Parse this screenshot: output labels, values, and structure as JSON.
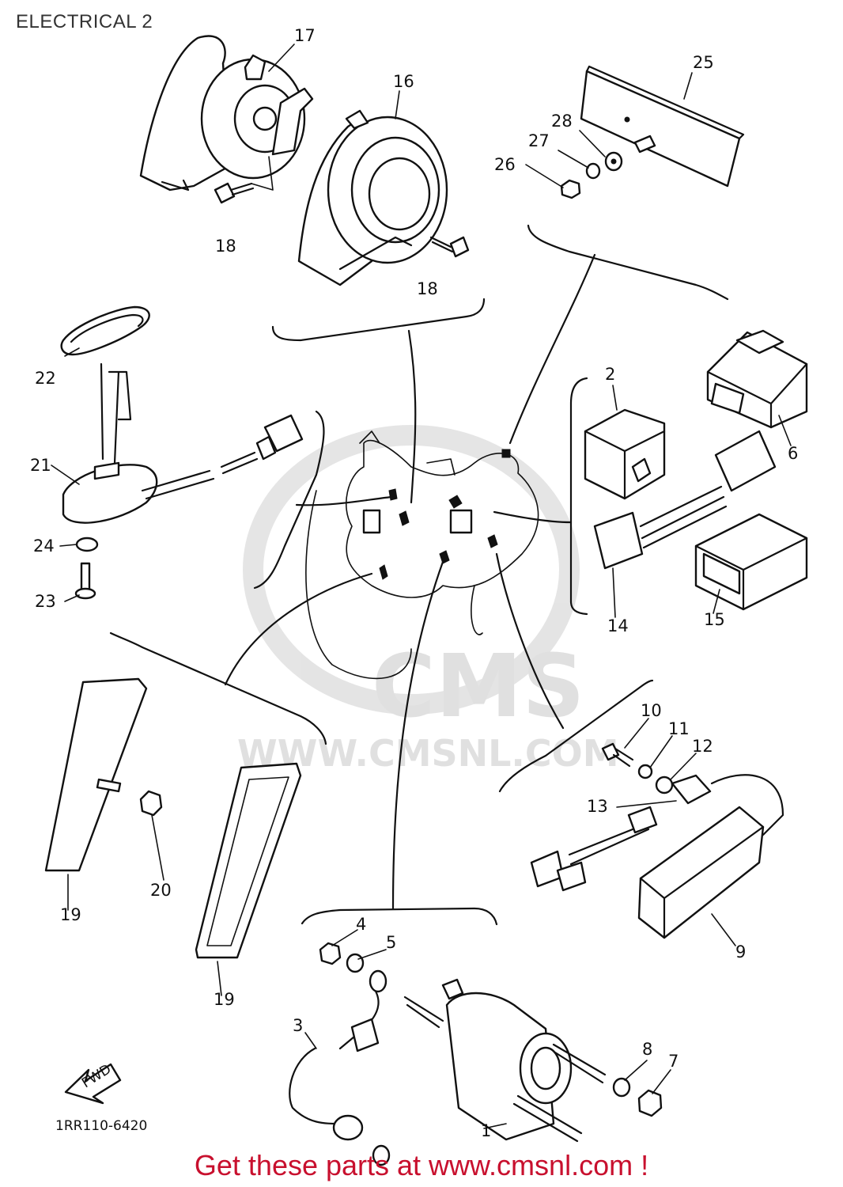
{
  "title": "ELECTRICAL 2",
  "footer": "Get these parts at www.cmsnl.com !",
  "watermark": {
    "brand": "CMS",
    "url": "WWW.CMSNL.COM"
  },
  "fwd_label": "FWD",
  "diagram_code": "1RR110-6420",
  "callouts": [
    "1",
    "2",
    "3",
    "4",
    "5",
    "6",
    "7",
    "8",
    "9",
    "10",
    "11",
    "12",
    "13",
    "14",
    "15",
    "16",
    "17",
    "18",
    "18",
    "19",
    "19",
    "20",
    "21",
    "22",
    "23",
    "24",
    "25",
    "26",
    "27",
    "28"
  ],
  "colors": {
    "line": "#111111",
    "footer": "#c8102e",
    "watermark": "#dcdcdc"
  }
}
